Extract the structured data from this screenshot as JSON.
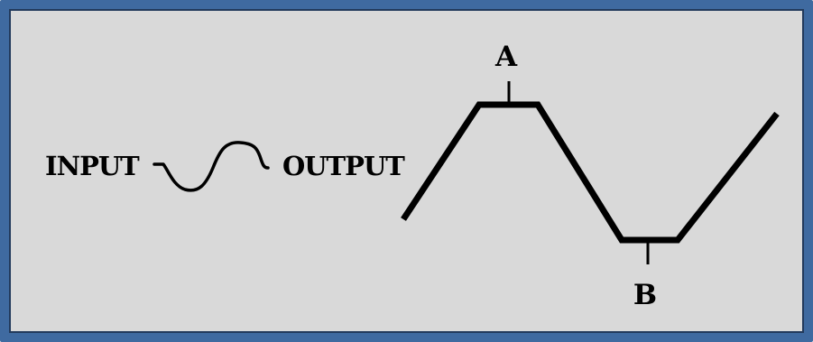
{
  "diagram": {
    "input_label": "INPUT",
    "output_label": "OUTPUT",
    "point_a_label": "A",
    "point_b_label": "B"
  },
  "colors": {
    "frame_border": "#3f6aa0",
    "panel_background": "#d9d9d9",
    "stroke": "#000000"
  }
}
